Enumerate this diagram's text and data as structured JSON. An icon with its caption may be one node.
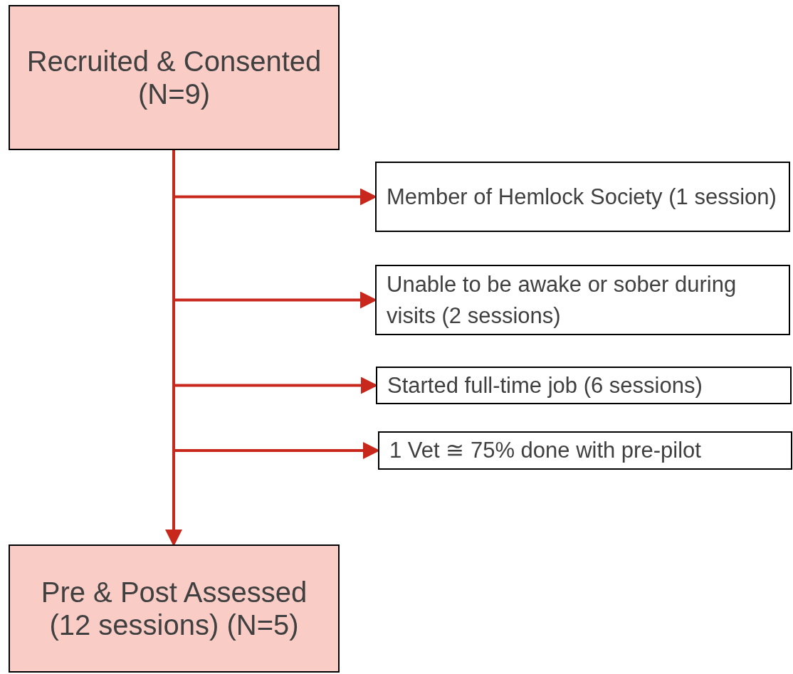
{
  "diagram": {
    "nodes": [
      {
        "text": [
          "Recruited & Consented (N=9)"
        ]
      },
      {
        "text": [
          "Member of Hemlock Society (1 session)"
        ]
      },
      {
        "text": [
          "Unable to be awake or sober during visits (2 sessions)"
        ]
      },
      {
        "text": [
          "Started full-time job (6 sessions)"
        ]
      },
      {
        "text": [
          "1 Vet ≅ 75% done with pre-pilot"
        ]
      },
      {
        "text": [
          "Pre & Post Assessed (12 sessions) (N=5)"
        ]
      }
    ],
    "edges": [
      {
        "from": 0,
        "to": 1,
        "arrow": "to"
      },
      {
        "from": 0,
        "to": 2,
        "arrow": "to"
      },
      {
        "from": 0,
        "to": 3,
        "arrow": "to"
      },
      {
        "from": 0,
        "to": 4,
        "arrow": "to"
      },
      {
        "from": 0,
        "to": 5,
        "arrow": "to"
      }
    ]
  }
}
